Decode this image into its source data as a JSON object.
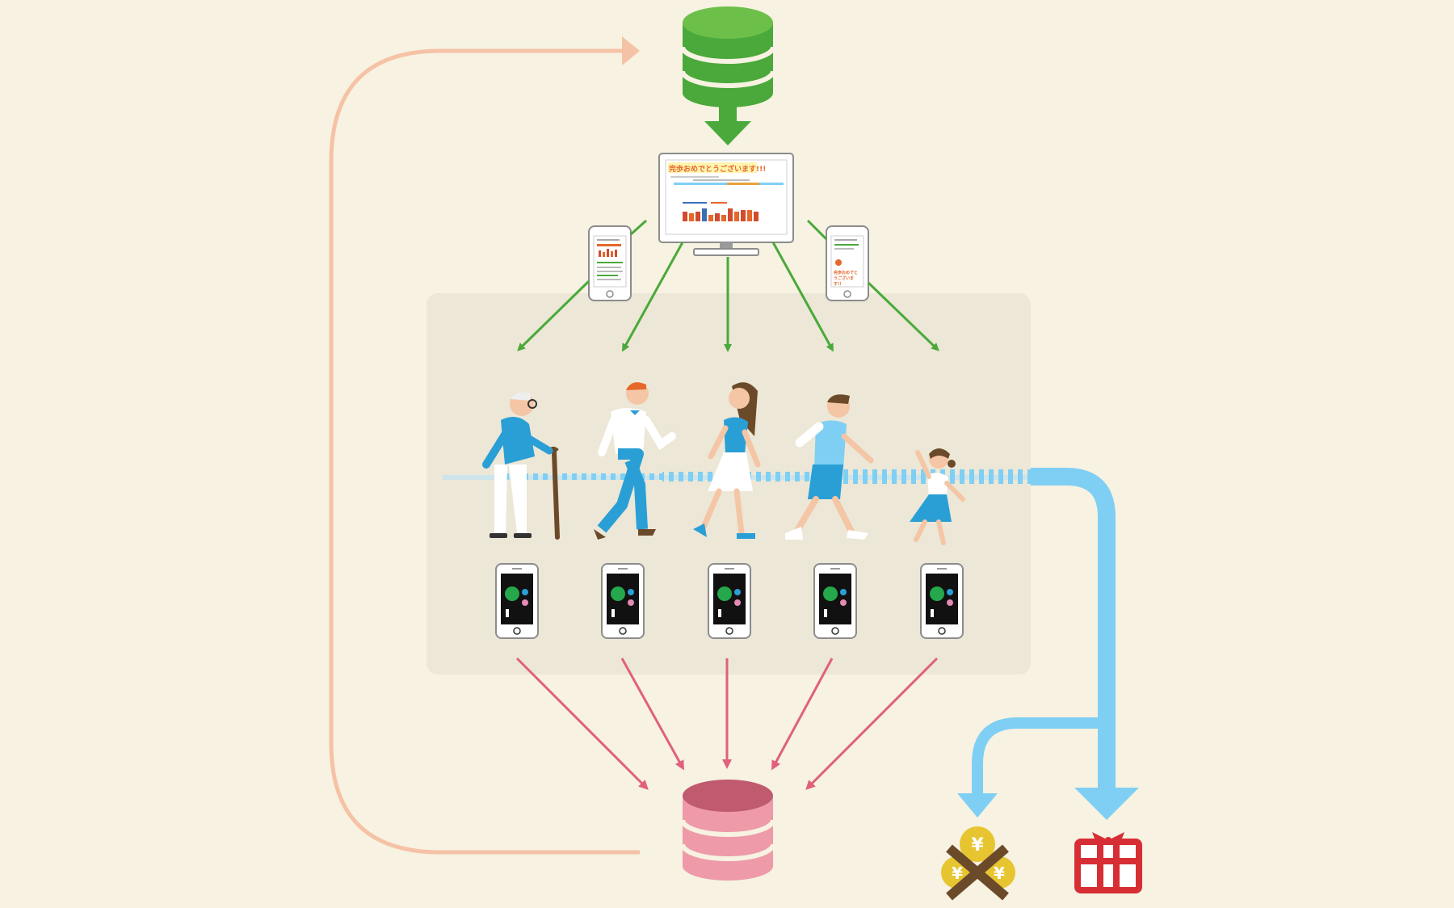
{
  "colors": {
    "background": "#f7f2e1",
    "panel": "#ece7d6",
    "green": "#4aa93a",
    "green_dark": "#3f8f2c",
    "pink": "#e0607e",
    "pink_db": "#ee9aa8",
    "peach": "#f6c2a6",
    "sky": "#7fcff4",
    "blue_shirt": "#2a9fd6",
    "gold": "#e7c531",
    "brown": "#6b4a2a",
    "red": "#d72e35",
    "orange": "#e5672a"
  },
  "monitor": {
    "title": "完歩おめでとうございます!!!"
  },
  "phone_right": {
    "message_lines": [
      "完歩おめでと",
      "うございま",
      "す!!"
    ]
  },
  "walkers": [
    {
      "kind": "elderly"
    },
    {
      "kind": "man"
    },
    {
      "kind": "woman"
    },
    {
      "kind": "boy"
    },
    {
      "kind": "girl"
    }
  ],
  "icons": {
    "source_db": "green-database-icon",
    "collect_db": "pink-database-icon",
    "no_money": "crossed-yen-coins-icon",
    "gift": "gift-icon"
  },
  "coin_symbol": "¥"
}
